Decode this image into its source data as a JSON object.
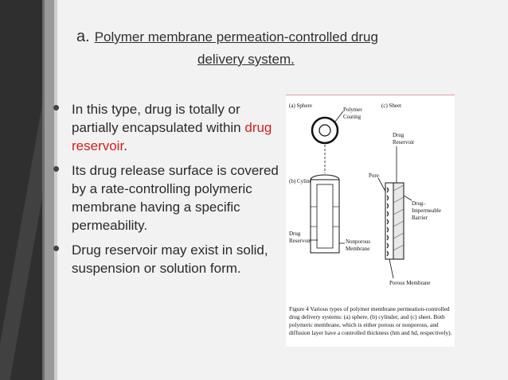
{
  "slide": {
    "title_letter": "a.",
    "title_line1": "Polymer membrane permeation-controlled drug",
    "title_line2": "delivery system."
  },
  "bullets": [
    {
      "pre": "In this type, drug is totally or partially encapsulated within ",
      "highlight": "drug reservoir",
      "post": "."
    },
    {
      "pre": "Its drug release surface is covered by a rate-controlling polymeric membrane having a specific permeability.",
      "highlight": "",
      "post": ""
    },
    {
      "pre": "Drug reservoir may exist in solid, suspension or solution form.",
      "highlight": "",
      "post": ""
    }
  ],
  "colors": {
    "highlight": "#d11f1f"
  },
  "figure": {
    "label_a": "(a) Sphere",
    "label_b": "(b) Cylinder",
    "label_c": "(c) Sheet",
    "polymer_coating_1": "Polymer",
    "polymer_coating_2": "Coating",
    "drug_reservoir_c1": "Drug",
    "drug_reservoir_c2": "Reservoir",
    "pore": "Pore",
    "drug_imp_1": "Drug–",
    "drug_imp_2": "Impermeable",
    "drug_imp_3": "Barrier",
    "drug_reservoir_b1": "Drug",
    "drug_reservoir_b2": "Reservoir",
    "nonporous_1": "Nonporous",
    "nonporous_2": "Membrane",
    "porous_membrane": "Porous Membrane",
    "caption": "Figure 4  Various types of polymer membrane permeation-controlled drug delivery systems: (a) sphere, (b) cylinder, and (c) sheet. Both polymeric membrane, which is either porous or nonporous, and diffusion layer have a controlled thickness (hm and hd, respectively)."
  }
}
